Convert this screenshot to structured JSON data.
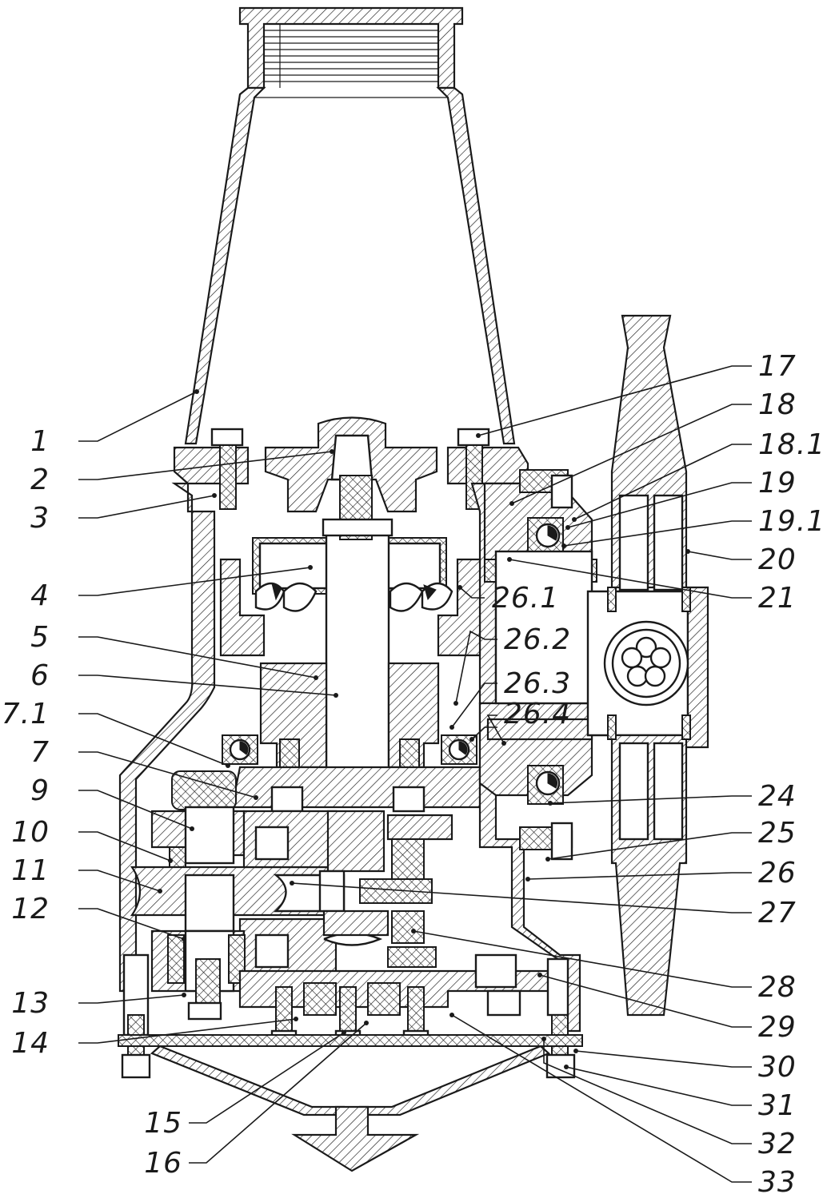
{
  "callouts": {
    "c1": "1",
    "c2": "2",
    "c3": "3",
    "c4": "4",
    "c5": "5",
    "c6": "6",
    "c7_1": "7.1",
    "c7": "7",
    "c9": "9",
    "c10": "10",
    "c11": "11",
    "c12": "12",
    "c13": "13",
    "c14": "14",
    "c15": "15",
    "c16": "16",
    "c17": "17",
    "c18": "18",
    "c18_1": "18.1",
    "c19": "19",
    "c19_1": "19.1",
    "c20": "20",
    "c21": "21",
    "c26_1": "26.1",
    "c26_2": "26.2",
    "c26_3": "26.3",
    "c26_4": "26.4",
    "c24": "24",
    "c25": "25",
    "c26": "26",
    "c27": "27",
    "c28": "28",
    "c29": "29",
    "c30": "30",
    "c31": "31",
    "c32": "32",
    "c33": "33"
  },
  "colors": {
    "ink": "#1a1a1a",
    "paper": "#ffffff"
  }
}
